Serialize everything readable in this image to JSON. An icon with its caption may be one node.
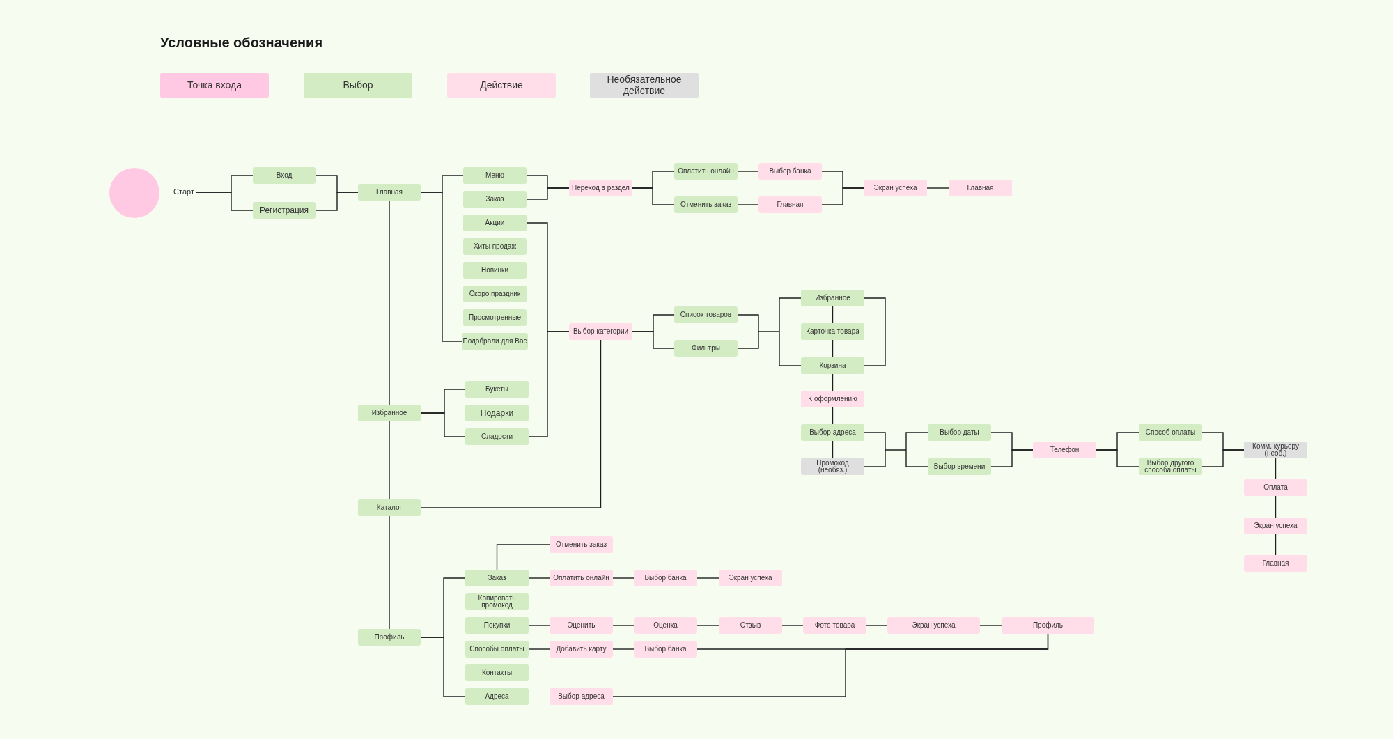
{
  "diagram": {
    "nodes": [
      {
        "text": [],
        "shape": "circle"
      },
      {
        "text": [
          "Старт"
        ]
      },
      {
        "text": [
          "Вход"
        ]
      },
      {
        "text": [
          "Регистрация"
        ]
      },
      {
        "text": [
          "Главная"
        ]
      },
      {
        "text": [
          "Меню"
        ]
      },
      {
        "text": [
          "Заказ"
        ]
      },
      {
        "text": [
          "Акции"
        ]
      },
      {
        "text": [
          "Хиты продаж"
        ]
      },
      {
        "text": [
          "Новинки"
        ]
      },
      {
        "text": [
          "Скоро праздник"
        ]
      },
      {
        "text": [
          "Просмотренные"
        ]
      },
      {
        "text": [
          "Подобрали для Вас"
        ]
      },
      {
        "text": [
          "Переход в раздел"
        ]
      },
      {
        "text": [
          "Оплатить онлайн"
        ]
      },
      {
        "text": [
          "Отменить заказ"
        ]
      },
      {
        "text": [
          "Выбор банка"
        ]
      },
      {
        "text": [
          "Главная"
        ]
      },
      {
        "text": [
          "Экран успеха"
        ]
      },
      {
        "text": [
          "Главная"
        ]
      },
      {
        "text": [
          "Выбор категории"
        ]
      },
      {
        "text": [
          "Список товаров"
        ]
      },
      {
        "text": [
          "Фильтры"
        ]
      },
      {
        "text": [
          "Избранное"
        ]
      },
      {
        "text": [
          "Карточка товара"
        ]
      },
      {
        "text": [
          "Корзина"
        ]
      },
      {
        "text": [
          "К оформлению"
        ]
      },
      {
        "text": [
          "Выбор адреса"
        ]
      },
      {
        "text": [
          "Промокод (необяз.)"
        ]
      },
      {
        "text": [
          "Выбор даты"
        ]
      },
      {
        "text": [
          "Выбор времени"
        ]
      },
      {
        "text": [
          "Телефон"
        ]
      },
      {
        "text": [
          "Способ оплаты"
        ]
      },
      {
        "text": [
          "Выбор другого способа оплаты"
        ]
      },
      {
        "text": [
          "Комм. курьеру (необ.)"
        ]
      },
      {
        "text": [
          "Оплата"
        ]
      },
      {
        "text": [
          "Экран успеха"
        ]
      },
      {
        "text": [
          "Главная"
        ]
      },
      {
        "text": [
          "Избранное"
        ]
      },
      {
        "text": [
          "Букеты"
        ]
      },
      {
        "text": [
          "Подарки"
        ]
      },
      {
        "text": [
          "Сладости"
        ]
      },
      {
        "text": [
          "Каталог"
        ]
      },
      {
        "text": [
          "Профиль"
        ]
      },
      {
        "text": [
          "Отменить заказ"
        ]
      },
      {
        "text": [
          "Заказ"
        ]
      },
      {
        "text": [
          "Оплатить онлайн"
        ]
      },
      {
        "text": [
          "Выбор банка"
        ]
      },
      {
        "text": [
          "Экран успеха"
        ]
      },
      {
        "text": [
          "Копировать промокод"
        ]
      },
      {
        "text": [
          "Покупки"
        ]
      },
      {
        "text": [
          "Оценить"
        ]
      },
      {
        "text": [
          "Оценка"
        ]
      },
      {
        "text": [
          "Отзыв"
        ]
      },
      {
        "text": [
          "Фото товара"
        ]
      },
      {
        "text": [
          "Экран успеха"
        ]
      },
      {
        "text": [
          "Профиль"
        ]
      },
      {
        "text": [
          "Способы оплаты"
        ]
      },
      {
        "text": [
          "Добавить карту"
        ]
      },
      {
        "text": [
          "Выбор банка"
        ]
      },
      {
        "text": [
          "Контакты"
        ]
      },
      {
        "text": [
          "Адреса"
        ]
      },
      {
        "text": [
          "Выбор адреса"
        ]
      }
    ],
    "edges": [
      {
        "from": 1,
        "to": 2,
        "arrow": "none"
      },
      {
        "from": 1,
        "to": 3,
        "arrow": "none"
      },
      {
        "from": 2,
        "to": 4,
        "arrow": "none"
      },
      {
        "from": 3,
        "to": 4,
        "arrow": "none"
      },
      {
        "from": 4,
        "to": 5,
        "arrow": "none"
      },
      {
        "from": 4,
        "to": 12,
        "arrow": "none"
      },
      {
        "from": 5,
        "to": 13,
        "arrow": "none"
      },
      {
        "from": 6,
        "to": 13,
        "arrow": "none"
      },
      {
        "from": 13,
        "to": 14,
        "arrow": "none"
      },
      {
        "from": 13,
        "to": 15,
        "arrow": "none"
      },
      {
        "from": 14,
        "to": 16,
        "arrow": "none"
      },
      {
        "from": 15,
        "to": 17,
        "arrow": "none"
      },
      {
        "from": 16,
        "to": 18,
        "arrow": "none"
      },
      {
        "from": 17,
        "to": 18,
        "arrow": "none"
      },
      {
        "from": 18,
        "to": 19,
        "arrow": "none"
      },
      {
        "from": 7,
        "to": 20,
        "arrow": "none"
      },
      {
        "from": 41,
        "to": 20,
        "arrow": "none"
      },
      {
        "from": 42,
        "to": 20,
        "arrow": "none"
      },
      {
        "from": 20,
        "to": 21,
        "arrow": "none"
      },
      {
        "from": 20,
        "to": 22,
        "arrow": "none"
      },
      {
        "from": 21,
        "to": 23,
        "arrow": "none"
      },
      {
        "from": 21,
        "to": 25,
        "arrow": "none"
      },
      {
        "from": 22,
        "to": 23,
        "arrow": "none"
      },
      {
        "from": 22,
        "to": 25,
        "arrow": "none"
      },
      {
        "from": 23,
        "to": 24,
        "arrow": "none"
      },
      {
        "from": 24,
        "to": 25,
        "arrow": "none"
      },
      {
        "from": 23,
        "to": 25,
        "arrow": "none"
      },
      {
        "from": 25,
        "to": 26,
        "arrow": "none"
      },
      {
        "from": 26,
        "to": 27,
        "arrow": "none"
      },
      {
        "from": 27,
        "to": 28,
        "arrow": "none"
      },
      {
        "from": 27,
        "to": 29,
        "arrow": "none"
      },
      {
        "from": 27,
        "to": 30,
        "arrow": "none"
      },
      {
        "from": 28,
        "to": 29,
        "arrow": "none"
      },
      {
        "from": 28,
        "to": 30,
        "arrow": "none"
      },
      {
        "from": 29,
        "to": 31,
        "arrow": "none"
      },
      {
        "from": 30,
        "to": 31,
        "arrow": "none"
      },
      {
        "from": 31,
        "to": 32,
        "arrow": "none"
      },
      {
        "from": 31,
        "to": 33,
        "arrow": "none"
      },
      {
        "from": 32,
        "to": 34,
        "arrow": "none"
      },
      {
        "from": 33,
        "to": 34,
        "arrow": "none"
      },
      {
        "from": 34,
        "to": 35,
        "arrow": "none"
      },
      {
        "from": 35,
        "to": 36,
        "arrow": "none"
      },
      {
        "from": 36,
        "to": 37,
        "arrow": "none"
      },
      {
        "from": 4,
        "to": 38,
        "arrow": "none"
      },
      {
        "from": 38,
        "to": 42,
        "arrow": "none"
      },
      {
        "from": 42,
        "to": 43,
        "arrow": "none"
      },
      {
        "from": 38,
        "to": 39,
        "arrow": "none"
      },
      {
        "from": 38,
        "to": 41,
        "arrow": "none"
      },
      {
        "from": 43,
        "to": 45,
        "arrow": "none"
      },
      {
        "from": 43,
        "to": 61,
        "arrow": "none"
      },
      {
        "from": 45,
        "to": 44,
        "arrow": "none"
      },
      {
        "from": 45,
        "to": 46,
        "arrow": "none"
      },
      {
        "from": 46,
        "to": 47,
        "arrow": "none"
      },
      {
        "from": 47,
        "to": 48,
        "arrow": "none"
      },
      {
        "from": 50,
        "to": 51,
        "arrow": "none"
      },
      {
        "from": 51,
        "to": 52,
        "arrow": "none"
      },
      {
        "from": 52,
        "to": 53,
        "arrow": "none"
      },
      {
        "from": 53,
        "to": 54,
        "arrow": "none"
      },
      {
        "from": 54,
        "to": 55,
        "arrow": "none"
      },
      {
        "from": 55,
        "to": 56,
        "arrow": "none"
      },
      {
        "from": 57,
        "to": 58,
        "arrow": "none"
      },
      {
        "from": 58,
        "to": 59,
        "arrow": "none"
      },
      {
        "from": 59,
        "to": 56,
        "arrow": "none"
      },
      {
        "from": 62,
        "to": 56,
        "arrow": "none"
      }
    ],
    "labels": [
      "Условные обозначения"
    ],
    "legend": [
      {
        "text": "Точка входа",
        "color": "#ffc9e3"
      },
      {
        "text": "Выбор",
        "color": "#d3ecc4"
      },
      {
        "text": "Действие",
        "color": "#ffdee9"
      },
      {
        "text": "Необязательное действие",
        "color": "#dfdfdf"
      }
    ]
  }
}
